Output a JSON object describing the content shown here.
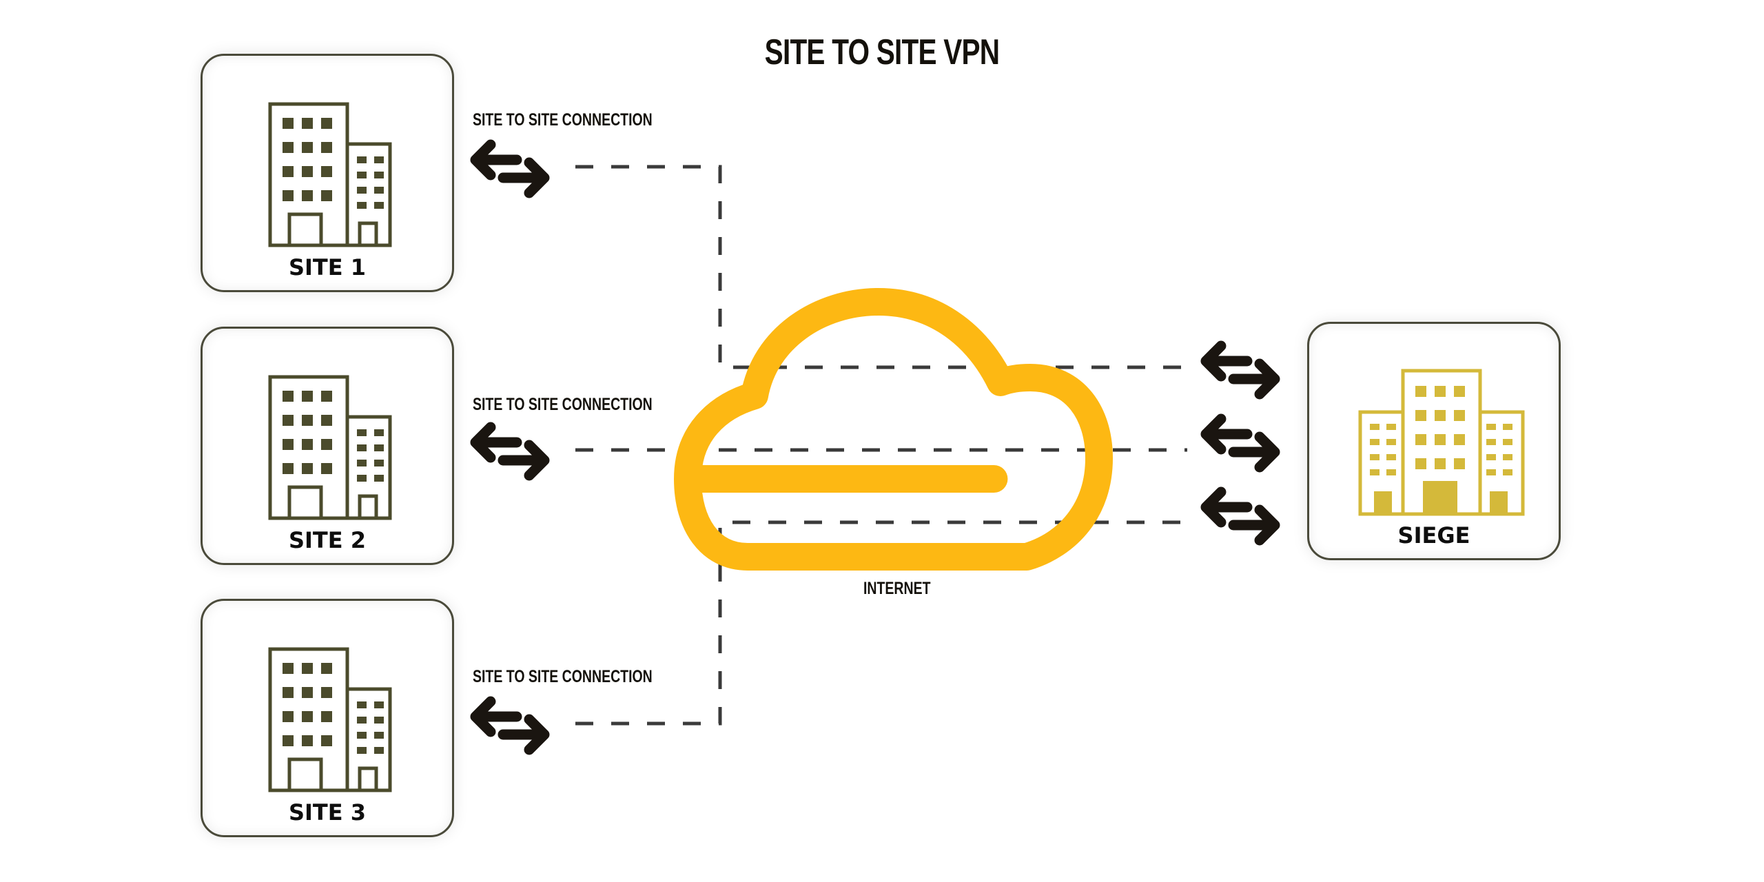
{
  "title": "SITE TO SITE VPN",
  "colors": {
    "cloud": "#FDB813",
    "building_site": "#4b4b2c",
    "building_hq": "#d4b93a",
    "dash": "#3a3a3a",
    "arrow": "#1a1510"
  },
  "sites": [
    {
      "label": "SITE 1",
      "icon": "office-building-icon"
    },
    {
      "label": "SITE 2",
      "icon": "office-building-icon"
    },
    {
      "label": "SITE 3",
      "icon": "office-building-icon"
    }
  ],
  "connections": [
    {
      "label": "SITE TO SITE CONNECTION",
      "icon": "bidirectional-arrows-icon"
    },
    {
      "label": "SITE TO SITE CONNECTION",
      "icon": "bidirectional-arrows-icon"
    },
    {
      "label": "SITE TO SITE CONNECTION",
      "icon": "bidirectional-arrows-icon"
    }
  ],
  "internet": {
    "label": "INTERNET",
    "icon": "cloud-icon"
  },
  "headquarters": {
    "label": "SIEGE",
    "icon": "headquarters-building-icon"
  }
}
